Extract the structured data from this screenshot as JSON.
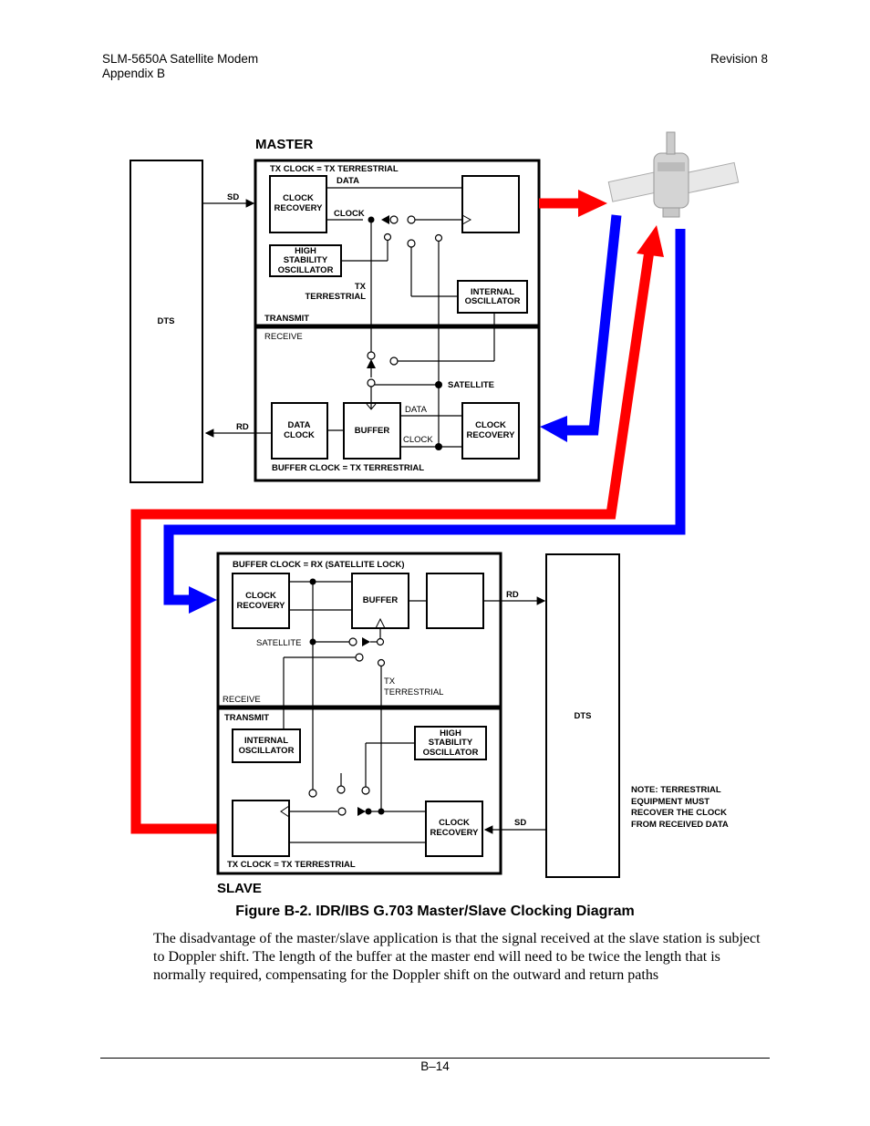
{
  "header": {
    "doc_title": "SLM-5650A Satellite Modem",
    "appendix": "Appendix B",
    "revision": "Revision 8"
  },
  "diagram": {
    "master_title": "MASTER",
    "slave_title": "SLAVE",
    "master": {
      "tx_clock_label": "TX CLOCK = TX TERRESTRIAL",
      "data": "DATA",
      "clock": "CLOCK",
      "clock_recovery": [
        "CLOCK",
        "RECOVERY"
      ],
      "hso": [
        "HIGH",
        "STABILITY",
        "OSCILLATOR"
      ],
      "tx_terrestrial": [
        "TX",
        "TERRESTRIAL"
      ],
      "internal_osc": [
        "INTERNAL",
        "OSCILLATOR"
      ],
      "transmit": "TRANSMIT",
      "receive": "RECEIVE",
      "satellite": "SATELLITE",
      "data_clock": [
        "DATA",
        "CLOCK"
      ],
      "buffer": "BUFFER",
      "rx_data": "DATA",
      "rx_clock": "CLOCK",
      "rx_clock_recovery": [
        "CLOCK",
        "RECOVERY"
      ],
      "buffer_clock_label": "BUFFER CLOCK = TX TERRESTRIAL",
      "dts": "DTS",
      "sd": "SD",
      "rd": "RD"
    },
    "slave": {
      "buffer_clock_label": "BUFFER CLOCK = RX (SATELLITE LOCK)",
      "clock_recovery": [
        "CLOCK",
        "RECOVERY"
      ],
      "buffer": "BUFFER",
      "satellite": "SATELLITE",
      "tx_terrestrial": [
        "TX",
        "TERRESTRIAL"
      ],
      "receive": "RECEIVE",
      "transmit": "TRANSMIT",
      "internal_osc": [
        "INTERNAL",
        "OSCILLATOR"
      ],
      "hso": [
        "HIGH",
        "STABILITY",
        "OSCILLATOR"
      ],
      "tx_clock_recovery": [
        "CLOCK",
        "RECOVERY"
      ],
      "tx_clock_label": "TX CLOCK = TX TERRESTRIAL",
      "dts": "DTS",
      "rd": "RD",
      "sd": "SD"
    },
    "note": [
      "NOTE: TERRESTRIAL",
      "EQUIPMENT MUST",
      "RECOVER THE CLOCK",
      "FROM RECEIVED DATA"
    ],
    "colors": {
      "uplink": "#ff0000",
      "downlink": "#0000ff"
    }
  },
  "caption": "Figure B-2. IDR/IBS G.703 Master/Slave Clocking Diagram",
  "body": "The disadvantage of the master/slave application is that the signal received at the slave station is subject to Doppler shift. The length of the buffer at the master end will need to be twice the length that is normally required, compensating for the Doppler shift on the outward and return paths",
  "footer": {
    "page": "B–14"
  }
}
